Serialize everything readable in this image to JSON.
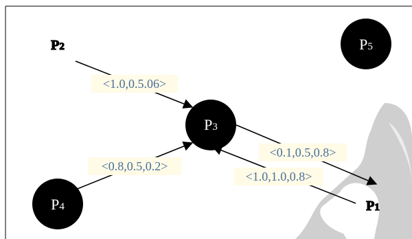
{
  "colors": {
    "node_fill": "#000000",
    "node_text": "#ffffff",
    "edge": "#000000",
    "edge_label": "#4a6f9a",
    "edge_label_bg": "#fffbe6",
    "watermark": "#cfcfcf"
  },
  "nodes": {
    "p1": {
      "label": "P",
      "subscript": "1"
    },
    "p2": {
      "label": "P",
      "subscript": "2"
    },
    "p3": {
      "label": "P",
      "subscript": "3"
    },
    "p4": {
      "label": "P",
      "subscript": "4"
    },
    "p5": {
      "label": "P",
      "subscript": "5"
    }
  },
  "edges": [
    {
      "from": "P2",
      "to": "P3",
      "label": "<1.0,0.5.06>"
    },
    {
      "from": "P4",
      "to": "P3",
      "label": "<0.8,0.5,0.2>"
    },
    {
      "from": "P3",
      "to": "P1",
      "label": "<0.1,0.5,0.8>"
    },
    {
      "from": "P1",
      "to": "P3",
      "label": "<1.0,1.0,0.8>"
    }
  ]
}
